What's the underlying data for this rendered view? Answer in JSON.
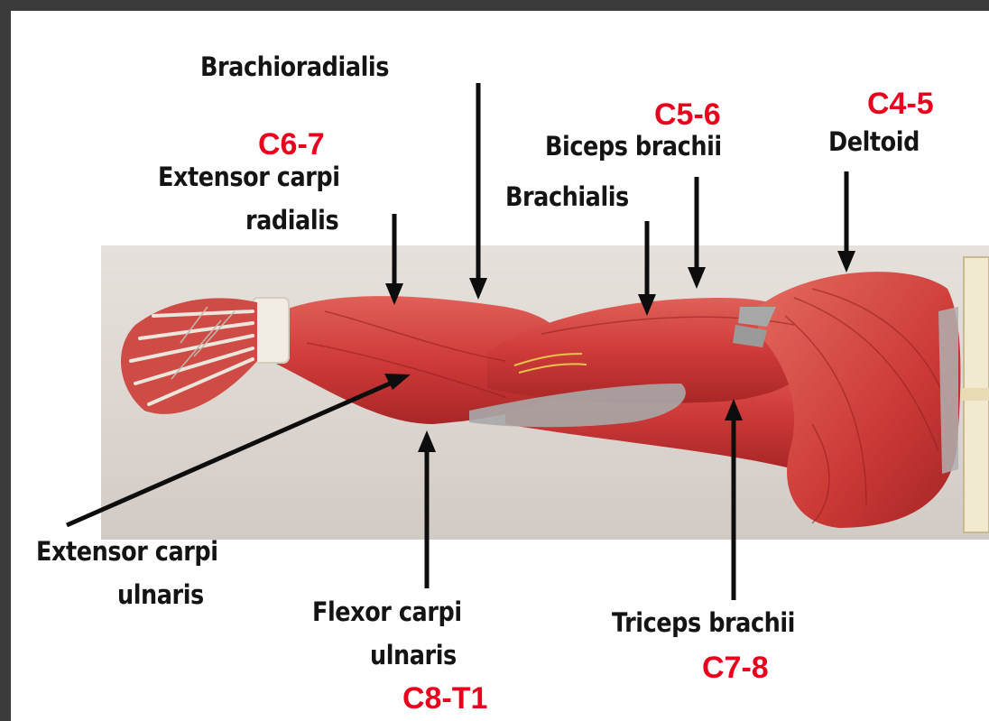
{
  "muscles": {
    "brachioradialis": "Brachioradialis",
    "biceps": "Biceps brachii",
    "deltoid": "Deltoid",
    "ecr_line1": "Extensor carpi",
    "ecr_line2": "radialis",
    "brachialis": "Brachialis",
    "ecu_line1": "Extensor carpi",
    "ecu_line2": "ulnaris",
    "fcu_line1": "Flexor carpi",
    "fcu_line2": "ulnaris",
    "triceps": "Triceps brachii"
  },
  "nerve_roots": {
    "c6_7": "C6-7",
    "c5_6": "C5-6",
    "c4_5": "C4-5",
    "c8_t1": "C8-T1",
    "c7_8": "C7-8"
  },
  "colors": {
    "muscle": "#d23c3c",
    "nerve_label": "#e8001c",
    "background": "#3b3b3b"
  }
}
